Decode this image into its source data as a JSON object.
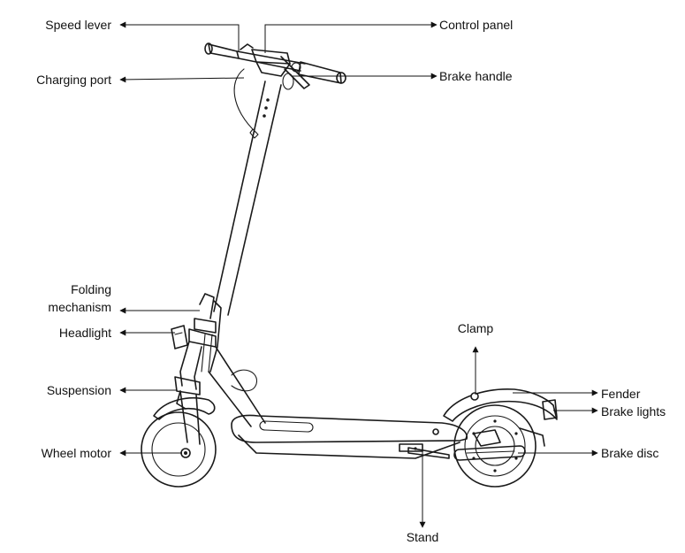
{
  "labels": {
    "speed_lever": "Speed lever",
    "control_panel": "Control panel",
    "charging_port": "Charging port",
    "brake_handle": "Brake handle",
    "folding_1": "Folding",
    "folding_2": "mechanism",
    "headlight": "Headlight",
    "clamp": "Clamp",
    "fender": "Fender",
    "brake_lights": "Brake lights",
    "suspension": "Suspension",
    "brake_disc": "Brake disc",
    "wheel_motor": "Wheel motor",
    "stand": "Stand"
  },
  "colors": {
    "ink": "#1a1a1a",
    "background": "#ffffff"
  }
}
